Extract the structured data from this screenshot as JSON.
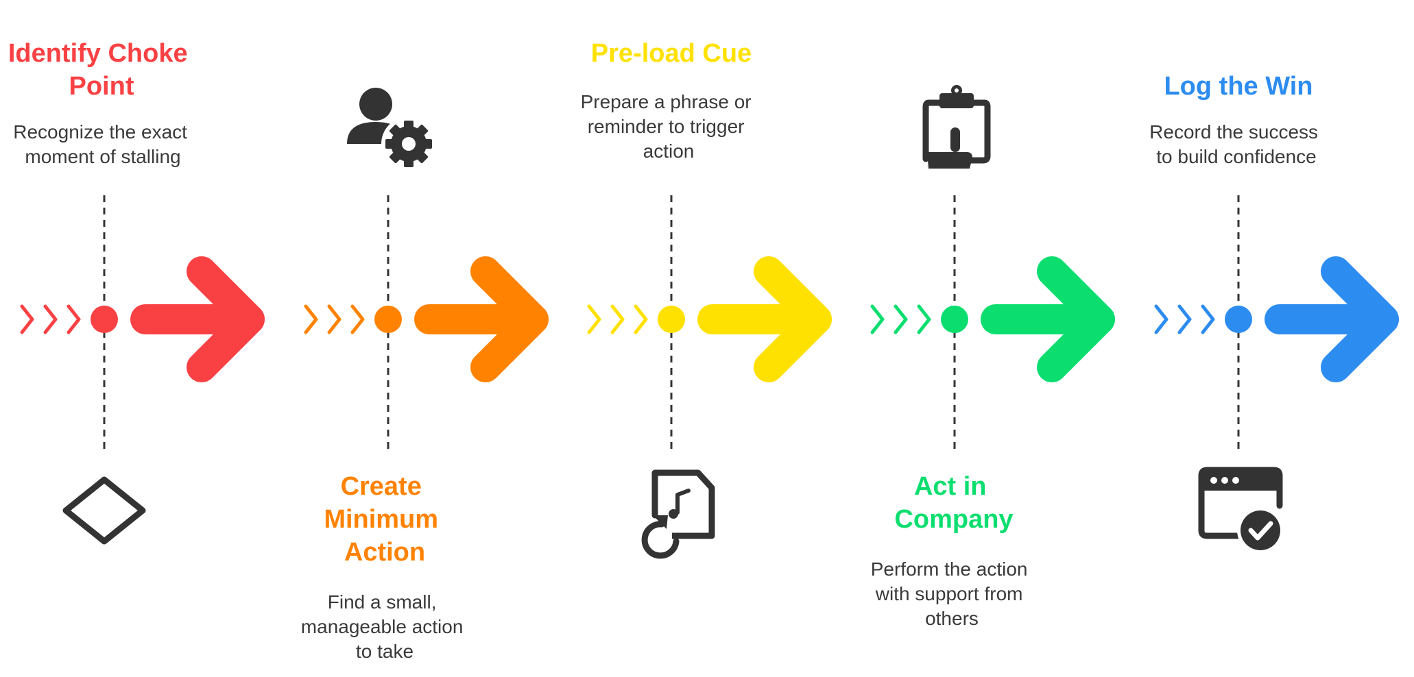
{
  "steps": [
    {
      "title_lines": [
        "Identify Choke",
        "Point"
      ],
      "desc_lines": [
        "Recognize the exact",
        "moment of stalling"
      ],
      "color": "#F94144",
      "icon": "diamond-decision-icon"
    },
    {
      "title_lines": [
        "Create",
        "Minimum",
        "Action"
      ],
      "desc_lines": [
        "Find a small,",
        "manageable action",
        "to take"
      ],
      "color": "#FF8200",
      "icon": "user-gear-icon"
    },
    {
      "title_lines": [
        "Pre-load Cue"
      ],
      "desc_lines": [
        "Prepare a phrase or",
        "reminder to trigger",
        "action"
      ],
      "color": "#FFE100",
      "icon": "file-refresh-icon"
    },
    {
      "title_lines": [
        "Act in",
        "Company"
      ],
      "desc_lines": [
        "Perform the action",
        "with support from",
        "others"
      ],
      "color": "#0BDE6F",
      "icon": "clipboard-hand-icon"
    },
    {
      "title_lines": [
        "Log the Win"
      ],
      "desc_lines": [
        "Record the success",
        "to build confidence"
      ],
      "color": "#2D8CF0",
      "icon": "browser-check-icon"
    }
  ]
}
